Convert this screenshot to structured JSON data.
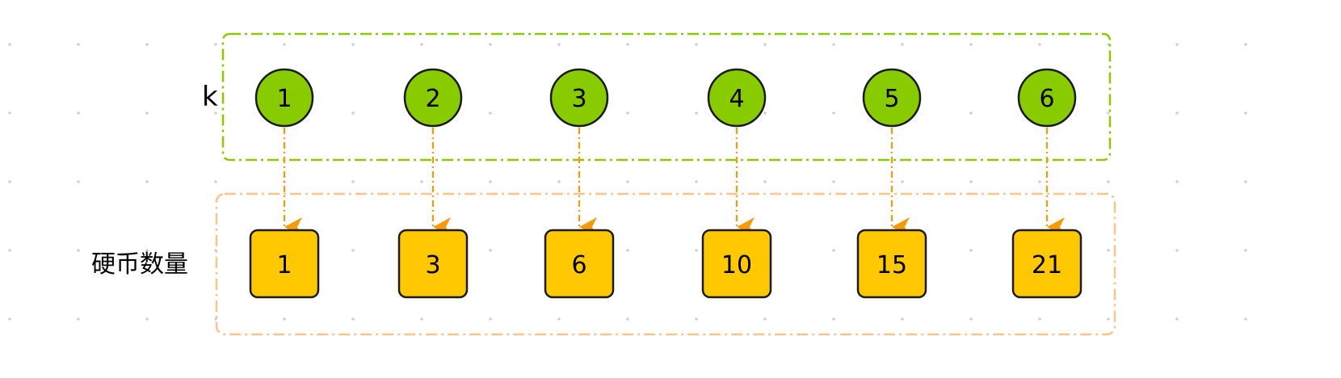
{
  "labels": {
    "k_row": "k",
    "coins_row": "硬币数量"
  },
  "k_values": [
    "1",
    "2",
    "3",
    "4",
    "5",
    "6"
  ],
  "coin_values": [
    "1",
    "3",
    "6",
    "10",
    "15",
    "21"
  ],
  "colors": {
    "background": "#ffffff",
    "grid_dot": "#c8c8c8",
    "k_circle_fill": "#88cc00",
    "k_group_border": "#88cc00",
    "coin_box_fill": "#ffc800",
    "coin_group_border": "#f9c58a",
    "arrow": "#f59a0a",
    "outline": "#1a1a1a"
  }
}
